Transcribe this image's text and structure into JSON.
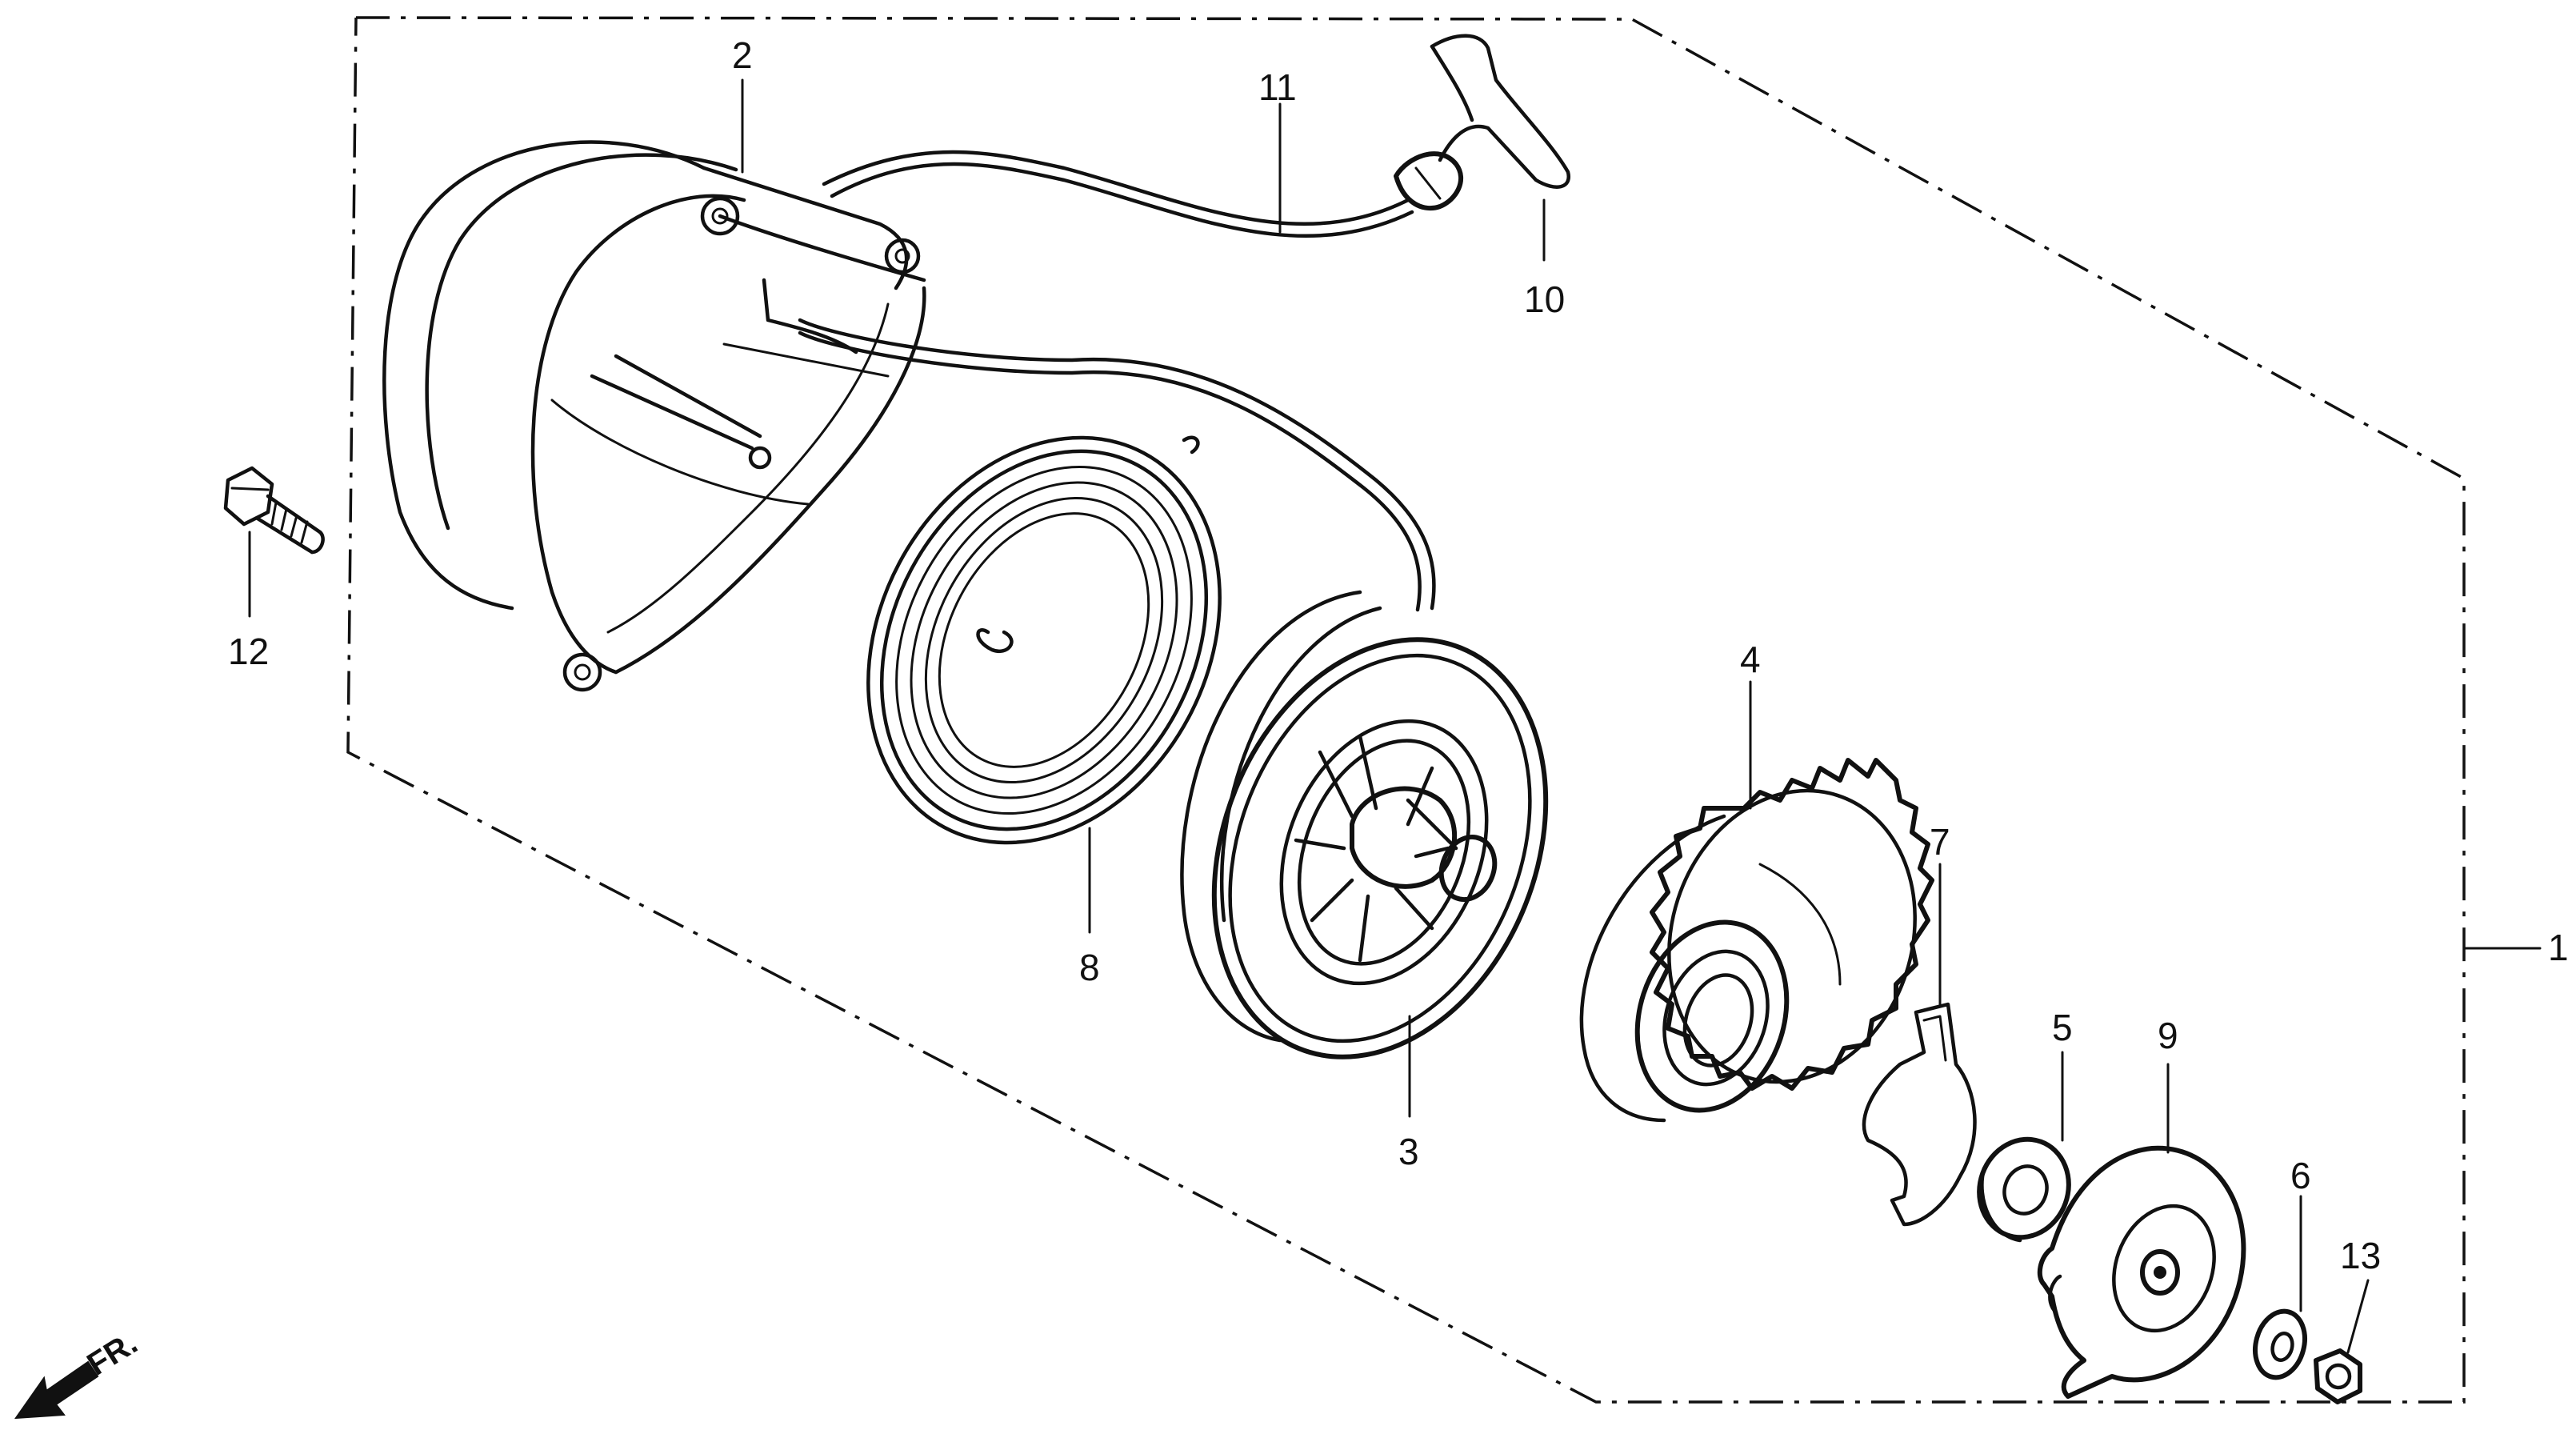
{
  "diagram": {
    "labels": {
      "p1": "1",
      "p2": "2",
      "p3": "3",
      "p4": "4",
      "p5": "5",
      "p6": "6",
      "p7": "7",
      "p8": "8",
      "p9": "9",
      "p10": "10",
      "p11": "11",
      "p12": "12",
      "p13": "13"
    },
    "direction_label": "FR.",
    "line_color": "#111111",
    "background": "#ffffff"
  }
}
